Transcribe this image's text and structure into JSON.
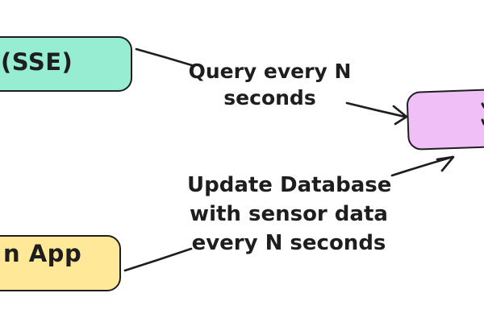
{
  "diagram": {
    "background": "#ffffff",
    "stroke": "#1e1e1e",
    "text_color": "#1e1e1e",
    "nodes": {
      "sse": {
        "label": "(SSE)",
        "fill": "#96edd2"
      },
      "app": {
        "label": "n App",
        "fill": "#ffe999"
      },
      "database": {
        "label": "",
        "fill": "#f0bff8"
      }
    },
    "edges": {
      "query": {
        "from": "sse",
        "to": "database",
        "label_lines": [
          "Query every N",
          "seconds"
        ]
      },
      "update": {
        "from": "app",
        "to": "database",
        "label_lines": [
          "Update Database",
          "with sensor data",
          "every N seconds"
        ]
      }
    }
  }
}
